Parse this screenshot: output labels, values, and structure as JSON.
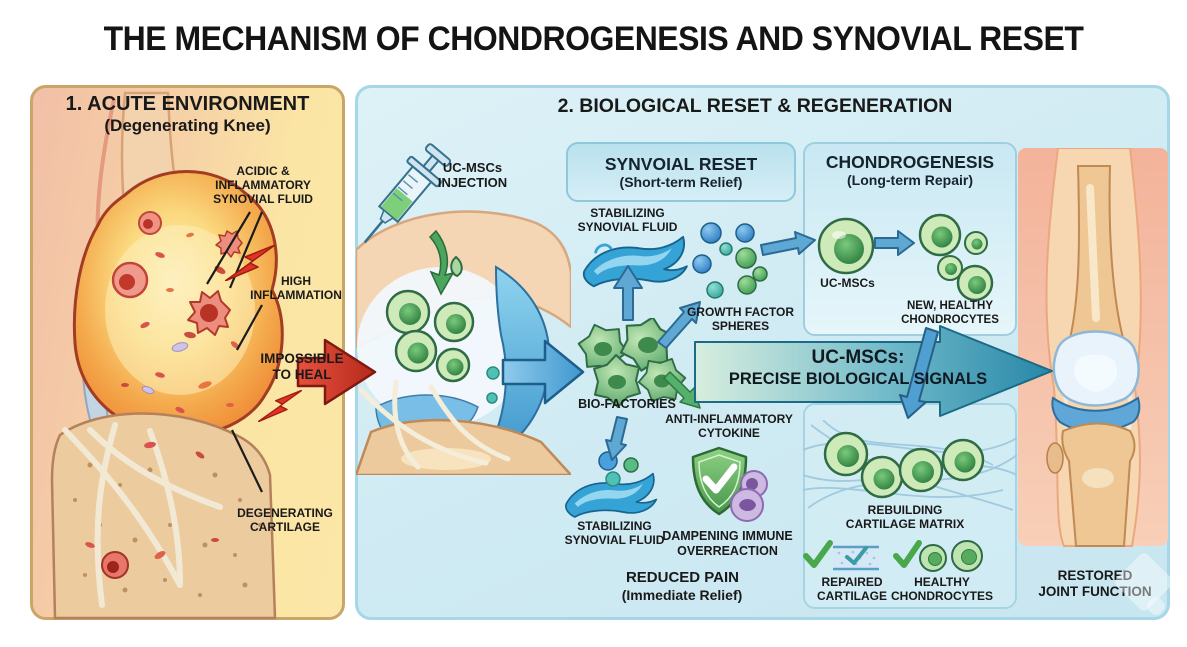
{
  "title": "THE MECHANISM OF CHONDROGENESIS AND SYNOVIAL RESET",
  "acute": {
    "heading": "1. ACUTE ENVIRONMENT",
    "sub": "(Degenerating Knee)",
    "acidic": "ACIDIC &\nINFLAMMATORY\nSYNOVIAL FLUID",
    "high": "HIGH\nINFLAMMATION",
    "impossible": "IMPOSSIBLE\nTO HEAL",
    "degenerating": "DEGENERATING\nCARTILAGE"
  },
  "reset": {
    "heading": "2. BIOLOGICAL RESET & REGENERATION",
    "injection": "UC-MSCs\nINJECTION",
    "synovial_title": "SYNVOIAL RESET",
    "synovial_sub": "(Short-term Relief)",
    "stabilizing_top": "STABILIZING\nSYNOVIAL FLUID",
    "growth": "GROWTH FACTOR\nSPHERES",
    "biofactories": "BIO-FACTORIES",
    "anti": "ANTI-INFLAMMATORY\nCYTOKINE",
    "banner1": "UC-MSCs:",
    "banner2": "PRECISE BIOLOGICAL SIGNALS",
    "chondro_title": "CHONDROGENESIS",
    "chondro_sub": "(Long-term Repair)",
    "ucmscs": "UC-MSCs",
    "new_chondro": "NEW, HEALTHY\nCHONDROCYTES",
    "stabilizing_bottom": "STABILIZING\nSYNOVIAL FLUID",
    "dampening": "DAMPENING IMMUNE\nOVERREACTION",
    "reduced": "REDUCED PAIN",
    "reduced_sub": "(Immediate Relief)",
    "rebuilding": "REBUILDING\nCARTILAGE MATRIX",
    "repaired": "REPAIRED\nCARTILAGE",
    "healthy": "HEALTHY\nCHONDROCYTES",
    "restored": "RESTORED\nJOINT FUNCTION"
  },
  "colors": {
    "acute_border": "#c9a567",
    "reset_border": "#a6d7e8",
    "red_accent": "#d93a28",
    "green_cell": "#7cc47f",
    "blue_arrow": "#4f9fd0",
    "banner_teal": "#2787a8",
    "shield_green": "#5cb85c",
    "purple_cell": "#a58ac2",
    "wave_blue": "#35a3d6"
  }
}
